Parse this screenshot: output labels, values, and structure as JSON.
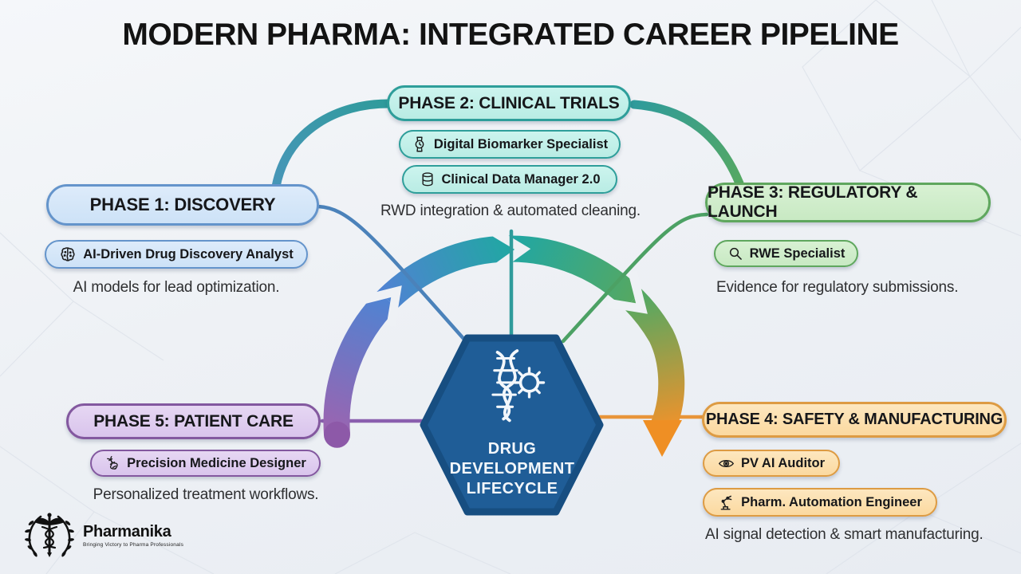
{
  "title": "MODERN PHARMA: INTEGRATED CAREER PIPELINE",
  "center": {
    "label": "DRUG DEVELOPMENT LIFECYCLE",
    "label_lines": [
      "DRUG",
      "DEVELOPMENT",
      "LIFECYCLE"
    ],
    "icon": "dna-gear-icon",
    "fill": "#1f5d97",
    "border": "#174e81"
  },
  "phases": [
    {
      "id": "phase-1",
      "title": "PHASE 1: DISCOVERY",
      "roles": [
        {
          "icon": "brain-icon",
          "label": "AI-Driven Drug Discovery Analyst"
        }
      ],
      "caption": "AI models for lead optimization.",
      "colors": {
        "fill": "#cde2f7",
        "fill_light": "#ddebfa",
        "border": "#6494cb"
      }
    },
    {
      "id": "phase-2",
      "title": "PHASE 2: CLINICAL TRIALS",
      "roles": [
        {
          "icon": "watch-icon",
          "label": "Digital Biomarker Specialist"
        },
        {
          "icon": "database-icon",
          "label": "Clinical Data Manager 2.0"
        }
      ],
      "caption": "RWD integration & automated cleaning.",
      "colors": {
        "fill": "#b9ece4",
        "fill_light": "#ccf4ee",
        "border": "#2e9e9a"
      }
    },
    {
      "id": "phase-3",
      "title": "PHASE 3: REGULATORY & LAUNCH",
      "roles": [
        {
          "icon": "search-icon",
          "label": "RWE Specialist"
        }
      ],
      "caption": "Evidence for regulatory submissions.",
      "colors": {
        "fill": "#c8e9c3",
        "fill_light": "#d8f1d3",
        "border": "#5fa75e"
      }
    },
    {
      "id": "phase-4",
      "title": "PHASE 4: SAFETY & MANUFACTURING",
      "roles": [
        {
          "icon": "eye-icon",
          "label": "PV AI Auditor"
        },
        {
          "icon": "robot-arm-icon",
          "label": "Pharm. Automation Engineer"
        }
      ],
      "caption": "AI signal detection & smart manufacturing.",
      "colors": {
        "fill": "#fbd9a0",
        "fill_light": "#fde7bf",
        "border": "#dd9b43"
      }
    },
    {
      "id": "phase-5",
      "title": "PHASE 5: PATIENT CARE",
      "roles": [
        {
          "icon": "dna-icon",
          "label": "Precision Medicine Designer"
        }
      ],
      "caption": "Personalized treatment workflows.",
      "colors": {
        "fill": "#d9c4ec",
        "fill_light": "#e6d7f3",
        "border": "#83589f"
      }
    }
  ],
  "ring": {
    "segments": [
      {
        "from": "#9b64b0",
        "to": "#4f83d2"
      },
      {
        "from": "#4f83d2",
        "to": "#21a7a3"
      },
      {
        "from": "#21a7a3",
        "to": "#55a862"
      },
      {
        "from": "#55a862",
        "to": "#f0922b"
      }
    ],
    "arrow_color": "#ef8f24",
    "start_cap_color": "#8d59a8",
    "swoosh_left": {
      "from": "#4796b8",
      "to": "#2f9b9b"
    },
    "swoosh_right": {
      "from": "#2f9b9b",
      "to": "#55a862"
    }
  },
  "connectors": {
    "phase1": "#4b82ba",
    "phase2": "#2f9b9b",
    "phase3": "#4ca164",
    "phase4": "#e8953a",
    "phase5": "#8a5fae"
  },
  "logo": {
    "name": "Pharmanika",
    "tagline": "Bringing Victory to Pharma Professionals",
    "icon": "caduceus-wreath-icon"
  },
  "background": {
    "base": "#eef1f5",
    "mesh_line": "#dde2ea"
  }
}
